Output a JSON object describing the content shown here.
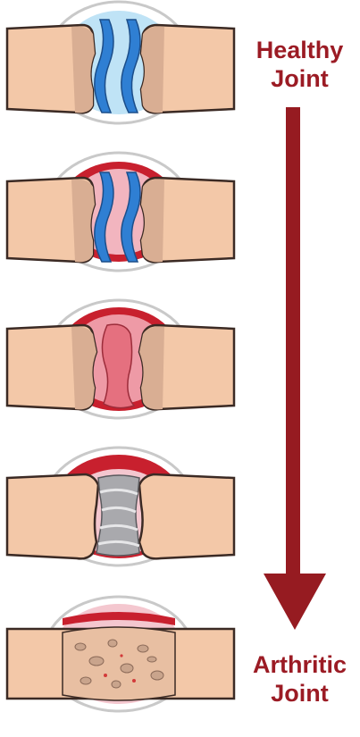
{
  "labels": {
    "top_line1": "Healthy",
    "top_line2": "Joint",
    "bottom_line1": "Arthritic",
    "bottom_line2": "Joint"
  },
  "stages": [
    {
      "id": "stage-1",
      "name": "healthy"
    },
    {
      "id": "stage-2",
      "name": "early-inflammation"
    },
    {
      "id": "stage-3",
      "name": "cartilage-erosion"
    },
    {
      "id": "stage-4",
      "name": "bone-erosion"
    },
    {
      "id": "stage-5",
      "name": "fused-joint"
    }
  ],
  "colors": {
    "label": "#9b1b24",
    "arrow": "#961b21",
    "bone": "#f3c8a8",
    "bone_outline": "#3b2a24",
    "bone_end": "#d9ae93",
    "cartilage_blue": "#2f7fd3",
    "fluid_light_blue": "#bfe3f6",
    "synovium_red": "#c8202e",
    "pink_cartilage": "#ee9aa6",
    "grey_cartilage": "#a9a9ad",
    "capsule": "#d8d8d8"
  }
}
